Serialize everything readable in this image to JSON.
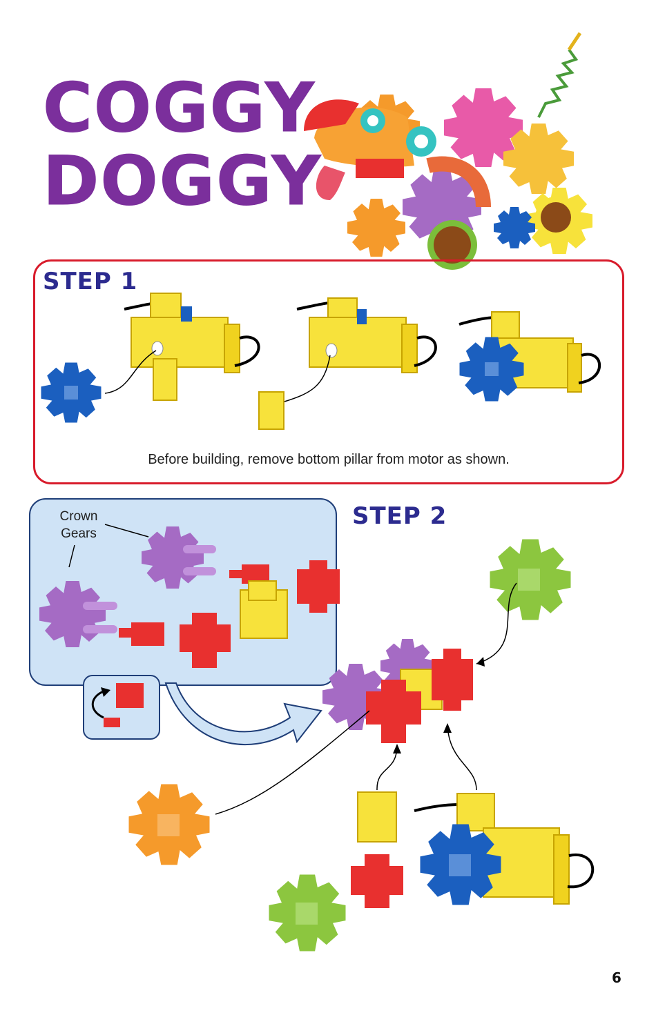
{
  "title": {
    "line1": "COGGY",
    "line2": "DOGGY"
  },
  "step1": {
    "heading": "STEP 1",
    "caption": "Before building, remove bottom pillar from motor as shown."
  },
  "step2": {
    "heading": "STEP 2",
    "label_line1": "Crown",
    "label_line2": "Gears"
  },
  "page_number": "6",
  "colors": {
    "title": "#7b2f9c",
    "step_heading": "#2c2b8f",
    "border_red": "#d81b2b",
    "panel_blue": "#cfe3f6",
    "gear_blue": "#1b5fbf",
    "gear_green": "#8cc63f",
    "gear_orange": "#f59a2b",
    "gear_purple": "#a56bc4",
    "part_red": "#e8302f",
    "part_yellow": "#f7e23b"
  },
  "icons": [
    "dog-robot-illustration",
    "motor-icon",
    "gear-icon",
    "crown-gear-icon",
    "connector-icon",
    "arrow-icon"
  ]
}
